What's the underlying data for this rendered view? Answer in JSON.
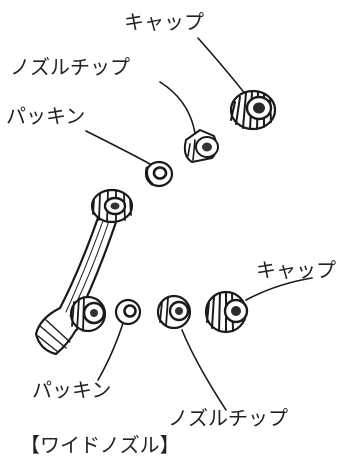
{
  "labels": {
    "cap_top": "キャップ",
    "nozzle_tip_top": "ノズルチップ",
    "packing_top": "パッキン",
    "cap_right": "キャップ",
    "packing_bottom": "パッキン",
    "nozzle_tip_bottom": "ノズルチップ",
    "caption": "【ワイドノズル】"
  }
}
